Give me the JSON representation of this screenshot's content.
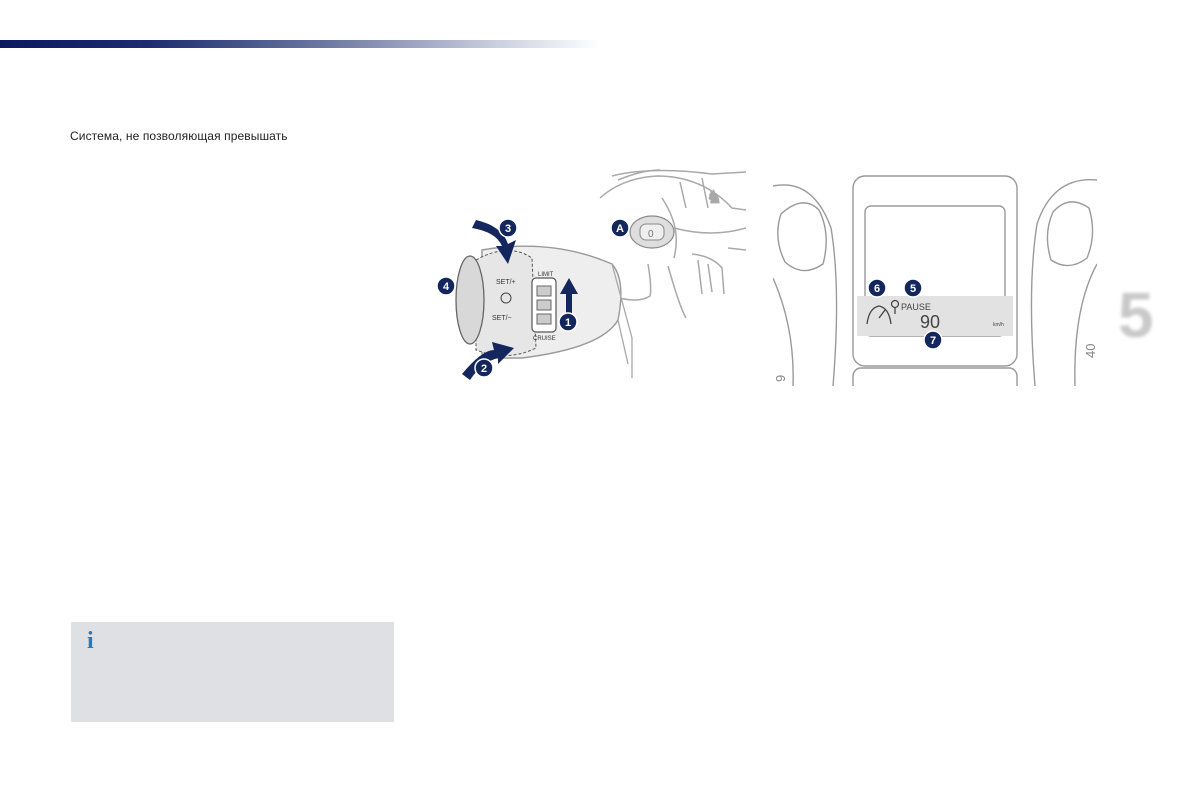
{
  "intro_text": "Система, не позволяющая превышать",
  "figure_lever": {
    "callouts": [
      "3",
      "4",
      "A",
      "1",
      "2"
    ],
    "labels": {
      "set_plus": "SET/+",
      "set_minus": "SET/−",
      "limit": "LIMIT",
      "cruise": "CRUISE",
      "zero": "0"
    }
  },
  "figure_cluster": {
    "callouts": [
      "6",
      "5",
      "7"
    ],
    "status_text": "PAUSE",
    "speed_value": "90",
    "speed_unit": "km/h",
    "gauge_left_number": "9",
    "gauge_right_number": "40"
  },
  "chapter_number": "5",
  "info_box": {
    "icon": "info-icon"
  },
  "colors": {
    "top_bar": "#0b1a5e",
    "callout": "#13275e",
    "info_icon": "#1e7cc6",
    "info_box_bg": "#dfe0e3"
  }
}
